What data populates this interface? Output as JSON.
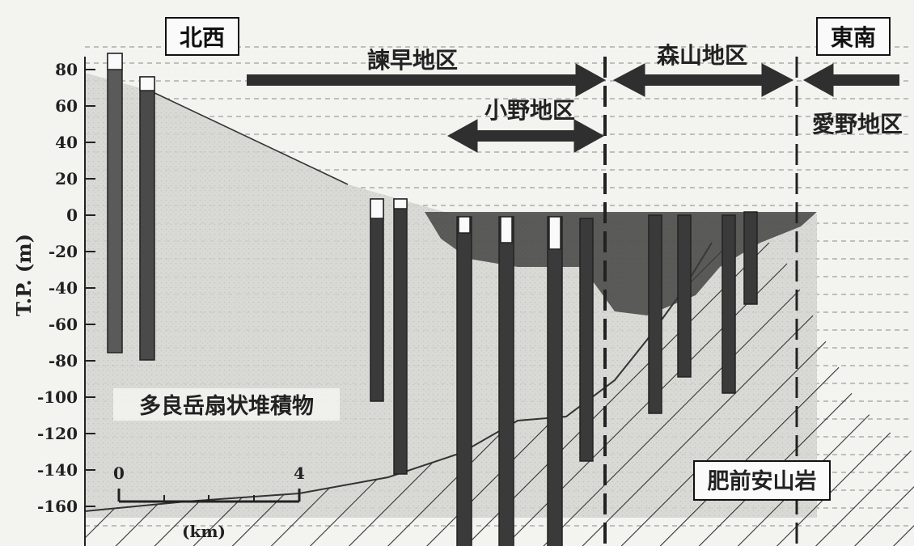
{
  "corner_labels": {
    "northwest": "北西",
    "southeast": "東南"
  },
  "districts": {
    "isahaya": "諫早地区",
    "ono": "小野地区",
    "moriyama": "森山地区",
    "aino": "愛野地区"
  },
  "axis": {
    "ylabel": "T.P. (m)",
    "ticks": [
      "80",
      "60",
      "40",
      "20",
      "0",
      "-20",
      "-40",
      "-60",
      "-80",
      "-100",
      "-120",
      "-140",
      "-160"
    ]
  },
  "scale_bar": {
    "start": "0",
    "end": "4",
    "unit": "(km)"
  },
  "layers": {
    "fan_deposit": "多良岳扇状堆積物",
    "andesite": "肥前安山岩"
  },
  "colors": {
    "background": "#f3f3f0",
    "bore_fill": "#3a3a3a",
    "andesite_hatch": "#333333",
    "arrow": "#2f2f2f"
  }
}
